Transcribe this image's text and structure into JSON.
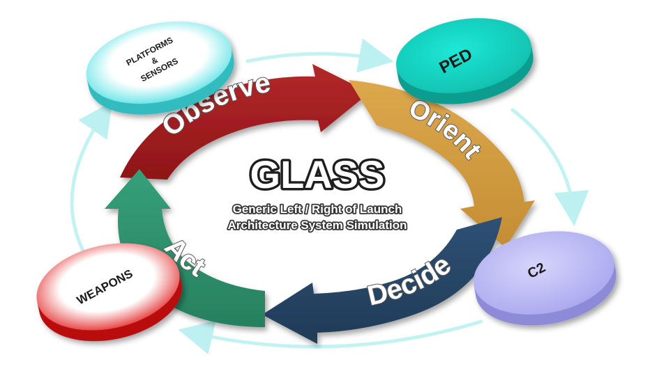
{
  "title": "GLASS",
  "subtitle_line1": "Generic Left / Right of Launch",
  "subtitle_line2": "Architecture System Simulation",
  "loop": {
    "observe": "Observe",
    "orient": "Orient",
    "decide": "Decide",
    "act": "Act"
  },
  "nodes": {
    "platforms_line1": "PLATFORMS",
    "platforms_line2": "&",
    "platforms_line3": "SENSORS",
    "ped": "PED",
    "c2": "C2",
    "weapons": "WEAPONS"
  },
  "colors": {
    "observe": "#a11d1f",
    "orient": "#d29b3f",
    "decide": "#274564",
    "act": "#2f8f6c",
    "platforms": "#4fe0e3",
    "ped": "#16d0c0",
    "c2": "#b3b1f2",
    "weapons": "#e01818"
  }
}
